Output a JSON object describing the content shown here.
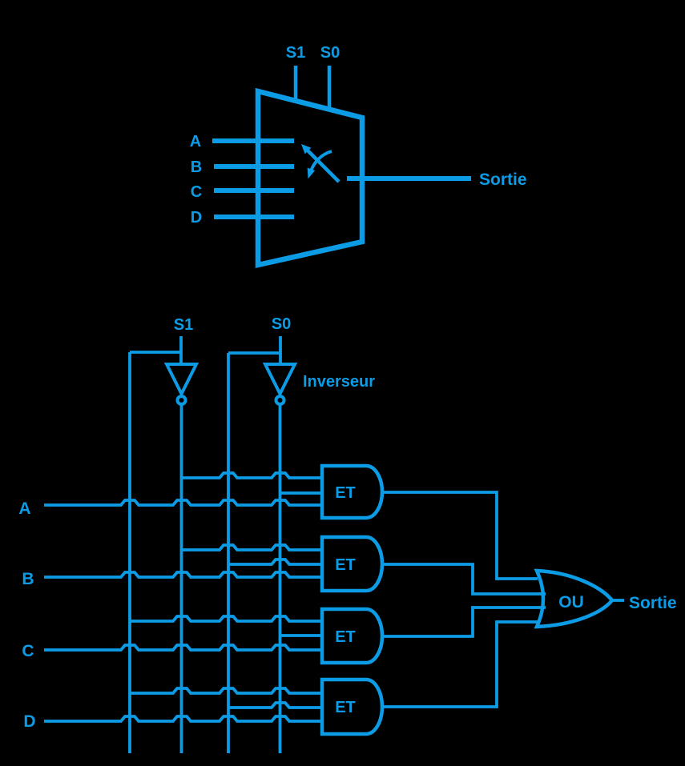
{
  "colors": {
    "ink": "#0c9ce6",
    "background": "#000000"
  },
  "mux_symbol": {
    "select_labels": [
      "S1",
      "S0"
    ],
    "input_labels": [
      "A",
      "B",
      "C",
      "D"
    ],
    "output_label": "Sortie"
  },
  "gate_circuit": {
    "select_labels": [
      "S1",
      "S0"
    ],
    "inverter_label": "Inverseur",
    "input_labels": [
      "A",
      "B",
      "C",
      "D"
    ],
    "and_gate_labels": [
      "ET",
      "ET",
      "ET",
      "ET"
    ],
    "or_gate_label": "OU",
    "output_label": "Sortie"
  }
}
